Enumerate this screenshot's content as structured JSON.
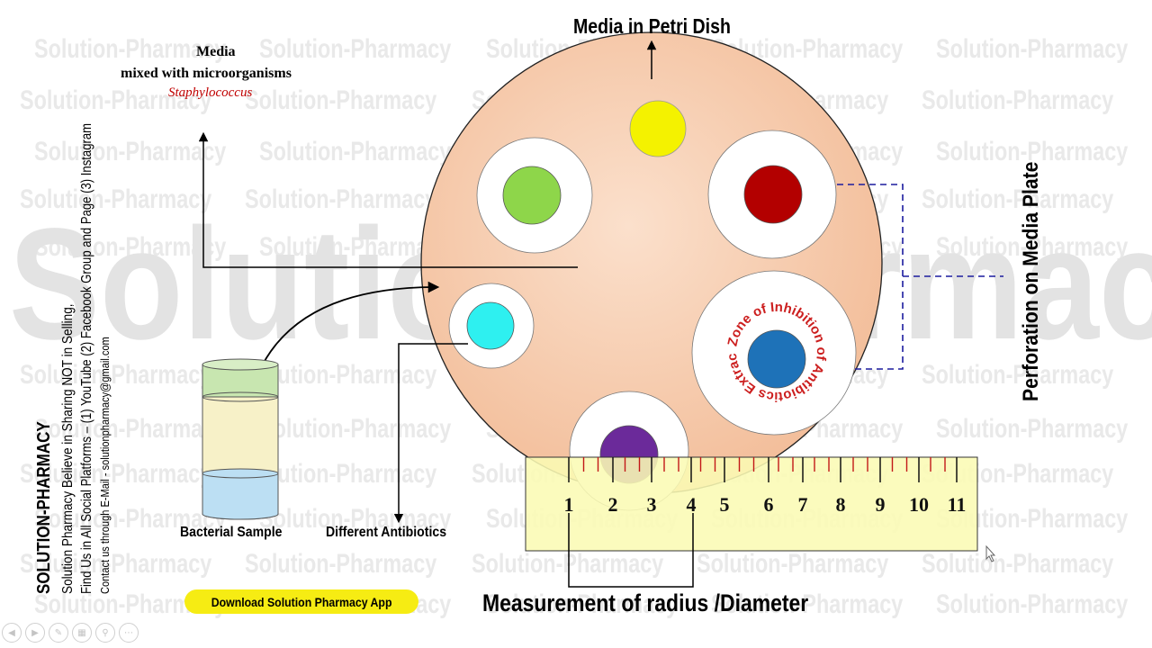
{
  "watermark": {
    "small_text": "Solution-Pharmacy",
    "big_text": "Solution-Pharmacy"
  },
  "titles": {
    "petri_dish": "Media in Petri Dish",
    "perforation": "Perforation on Media Plate",
    "measurement": "Measurement of radius /Diameter"
  },
  "media_label": {
    "line1": "Media",
    "line2": "mixed with microorganisms",
    "organism": "Staphylococcus"
  },
  "labels": {
    "bacterial_sample": "Bacterial Sample",
    "different_antibiotics": "Different Antibiotics",
    "zone_of_inhibition": "Zone of Inhibition of Antibiotics Extract"
  },
  "side_panel": {
    "brand": "SOLUTION-PHARMACY",
    "line1": "Solution Pharmacy Believe in Sharing NOT in Selling,",
    "line2": "Find Us in All Social Platforms – (1) YouTube (2) Facebook Group and Page (3) Instagram",
    "line3": "Contact us through E-Mail  -  solutionpharmacy@gmail.com"
  },
  "download_button": "Download Solution Pharmacy App",
  "ruler": {
    "numbers": [
      "1",
      "2",
      "3",
      "4",
      "5",
      "6",
      "7",
      "8",
      "9",
      "10",
      "11"
    ]
  },
  "colors": {
    "dish_fill": "#f6c7a6",
    "ruler_fill": "#fbfbb4",
    "zone_text": "#cc1f1f",
    "antibiotic_yellow": "#f4f200",
    "antibiotic_green": "#8ed64a",
    "antibiotic_red": "#b30000",
    "antibiotic_cyan": "#2ef0f0",
    "antibiotic_blue": "#1e72b8",
    "antibiotic_purple": "#6b2a9a",
    "organism_text": "#c00000",
    "bracket_dashed": "#1c1c9e"
  },
  "toolbar_icons": [
    "prev-icon",
    "next-icon",
    "pen-icon",
    "slides-icon",
    "zoom-icon",
    "more-icon"
  ]
}
